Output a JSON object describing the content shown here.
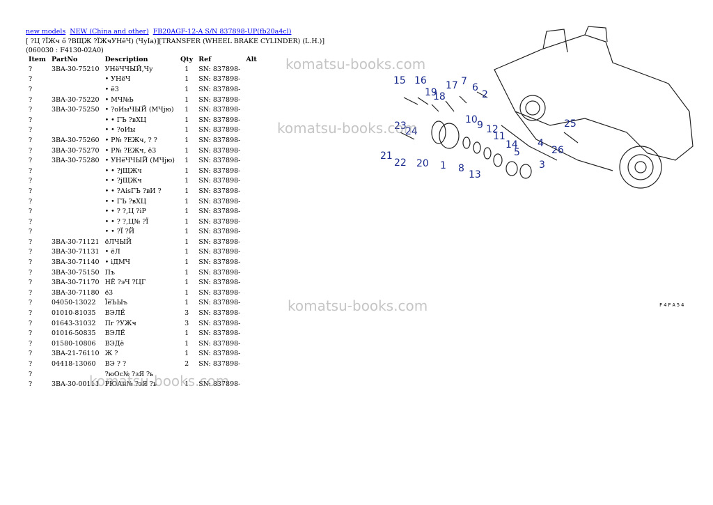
{
  "breadcrumb": [
    {
      "label": "new models"
    },
    {
      "label": "NEW (China and other)"
    },
    {
      "label": "FB20AGF-12-A S/N 837898-UP(fb20a4cl)"
    }
  ],
  "title": "[ ?Ц ?ЇЖч ő ?ВЩЖ ?ЇЖчУНёЧ) (ЧуІа)][TRANSFER (WHEEL BRAKE CYLINDER) (L.H.)](060030 : F4130-02A0)",
  "columns": [
    "Item",
    "PartNo",
    "Description",
    "Qty",
    "Ref",
    "Alt"
  ],
  "rows": [
    {
      "item": "?",
      "part": "3BA-30-75210",
      "desc": "УНёЧЧЫЙ,Чу",
      "qty": "1",
      "ref": "SN: 837898-"
    },
    {
      "item": "?",
      "part": "",
      "desc": "• УНёЧ",
      "qty": "1",
      "ref": "SN: 837898-"
    },
    {
      "item": "?",
      "part": "",
      "desc": "• ё3",
      "qty": "1",
      "ref": "SN: 837898-"
    },
    {
      "item": "?",
      "part": "3BA-30-75220",
      "desc": "• МЧ№Ь",
      "qty": "1",
      "ref": "SN: 837898-"
    },
    {
      "item": "?",
      "part": "3BA-30-75250",
      "desc": "• ?оИыЧЫЙ (МЧјю)",
      "qty": "1",
      "ref": "SN: 837898-"
    },
    {
      "item": "?",
      "part": "",
      "desc": "• • ГЪ ?вХЦ",
      "qty": "1",
      "ref": "SN: 837898-"
    },
    {
      "item": "?",
      "part": "",
      "desc": "• • ?оИы",
      "qty": "1",
      "ref": "SN: 837898-"
    },
    {
      "item": "?",
      "part": "3BA-30-75260",
      "desc": "• Р№ ?ЕЖч, ? ?",
      "qty": "1",
      "ref": "SN: 837898-"
    },
    {
      "item": "?",
      "part": "3BA-30-75270",
      "desc": "• Р№ ?ЕЖч, ё3",
      "qty": "1",
      "ref": "SN: 837898-"
    },
    {
      "item": "?",
      "part": "3BA-30-75280",
      "desc": "• УНёЧЧЫЙ (МЧјю)",
      "qty": "1",
      "ref": "SN: 837898-"
    },
    {
      "item": "?",
      "part": "",
      "desc": "• • ?јЩЖч",
      "qty": "1",
      "ref": "SN: 837898-"
    },
    {
      "item": "?",
      "part": "",
      "desc": "• • ?јЩЖч",
      "qty": "1",
      "ref": "SN: 837898-"
    },
    {
      "item": "?",
      "part": "",
      "desc": "• • ?АisГЪ ?вИ ?",
      "qty": "1",
      "ref": "SN: 837898-"
    },
    {
      "item": "?",
      "part": "",
      "desc": "• • ГЪ ?вХЦ",
      "qty": "1",
      "ref": "SN: 837898-"
    },
    {
      "item": "?",
      "part": "",
      "desc": "• • ? ?,Ц ?іР",
      "qty": "1",
      "ref": "SN: 837898-"
    },
    {
      "item": "?",
      "part": "",
      "desc": "• • ? ?,Ц№ ?Ї",
      "qty": "1",
      "ref": "SN: 837898-"
    },
    {
      "item": "?",
      "part": "",
      "desc": "• • ?Ї ?Й",
      "qty": "1",
      "ref": "SN: 837898-"
    },
    {
      "item": "?",
      "part": "3BA-30-71121",
      "desc": "ёЛЧЫЙ",
      "qty": "1",
      "ref": "SN: 837898-"
    },
    {
      "item": "?",
      "part": "3BA-30-71131",
      "desc": "• ёЛ",
      "qty": "1",
      "ref": "SN: 837898-"
    },
    {
      "item": "?",
      "part": "3BA-30-71140",
      "desc": "• іДМЧ",
      "qty": "1",
      "ref": "SN: 837898-"
    },
    {
      "item": "?",
      "part": "3BA-30-75150",
      "desc": "Пъ",
      "qty": "1",
      "ref": "SN: 837898-"
    },
    {
      "item": "?",
      "part": "3BA-30-71170",
      "desc": "НЁ ?эЧ ?ЦГ",
      "qty": "1",
      "ref": "SN: 837898-"
    },
    {
      "item": "?",
      "part": "3BA-30-71180",
      "desc": "ё3",
      "qty": "1",
      "ref": "SN: 837898-"
    },
    {
      "item": "?",
      "part": "04050-13022",
      "desc": "ЇёЪЫъ",
      "qty": "1",
      "ref": "SN: 837898-"
    },
    {
      "item": "?",
      "part": "01010-81035",
      "desc": "ВЭЛЁ",
      "qty": "3",
      "ref": "SN: 837898-"
    },
    {
      "item": "?",
      "part": "01643-31032",
      "desc": "Пг ?УЖч",
      "qty": "3",
      "ref": "SN: 837898-"
    },
    {
      "item": "?",
      "part": "01016-50835",
      "desc": "ВЭЛЁ",
      "qty": "1",
      "ref": "SN: 837898-"
    },
    {
      "item": "?",
      "part": "01580-10806",
      "desc": "ВЭДё",
      "qty": "1",
      "ref": "SN: 837898-"
    },
    {
      "item": "?",
      "part": "3BA-21-76110",
      "desc": "Ж ?",
      "qty": "1",
      "ref": "SN: 837898-"
    },
    {
      "item": "?",
      "part": "04418-13060",
      "desc": "ВЭ ? ?",
      "qty": "2",
      "ref": "SN: 837898-"
    },
    {
      "item": "?",
      "part": "",
      "desc": "?юОс№ ?зЯ ?ь",
      "qty": "",
      "ref": ""
    },
    {
      "item": "?",
      "part": "3BA-30-00111",
      "desc": "РЮАн№ ?зЯ ?ь",
      "qty": "1",
      "ref": "SN: 837898-"
    }
  ],
  "watermarks": [
    "komatsu-books.com",
    "komatsu-books.com",
    "komatsu-books.com",
    "komatsu-books.com"
  ],
  "callouts": [
    "15",
    "16",
    "19",
    "18",
    "17",
    "7",
    "6",
    "2",
    "23",
    "24",
    "10",
    "9",
    "12",
    "11",
    "25",
    "21",
    "22",
    "20",
    "1",
    "8",
    "13",
    "14",
    "5",
    "4",
    "3",
    "26"
  ],
  "figure_code": "F4FA54",
  "colors": {
    "link": "#0000ee",
    "callout": "#1a2a8c",
    "watermark": "#969696"
  }
}
